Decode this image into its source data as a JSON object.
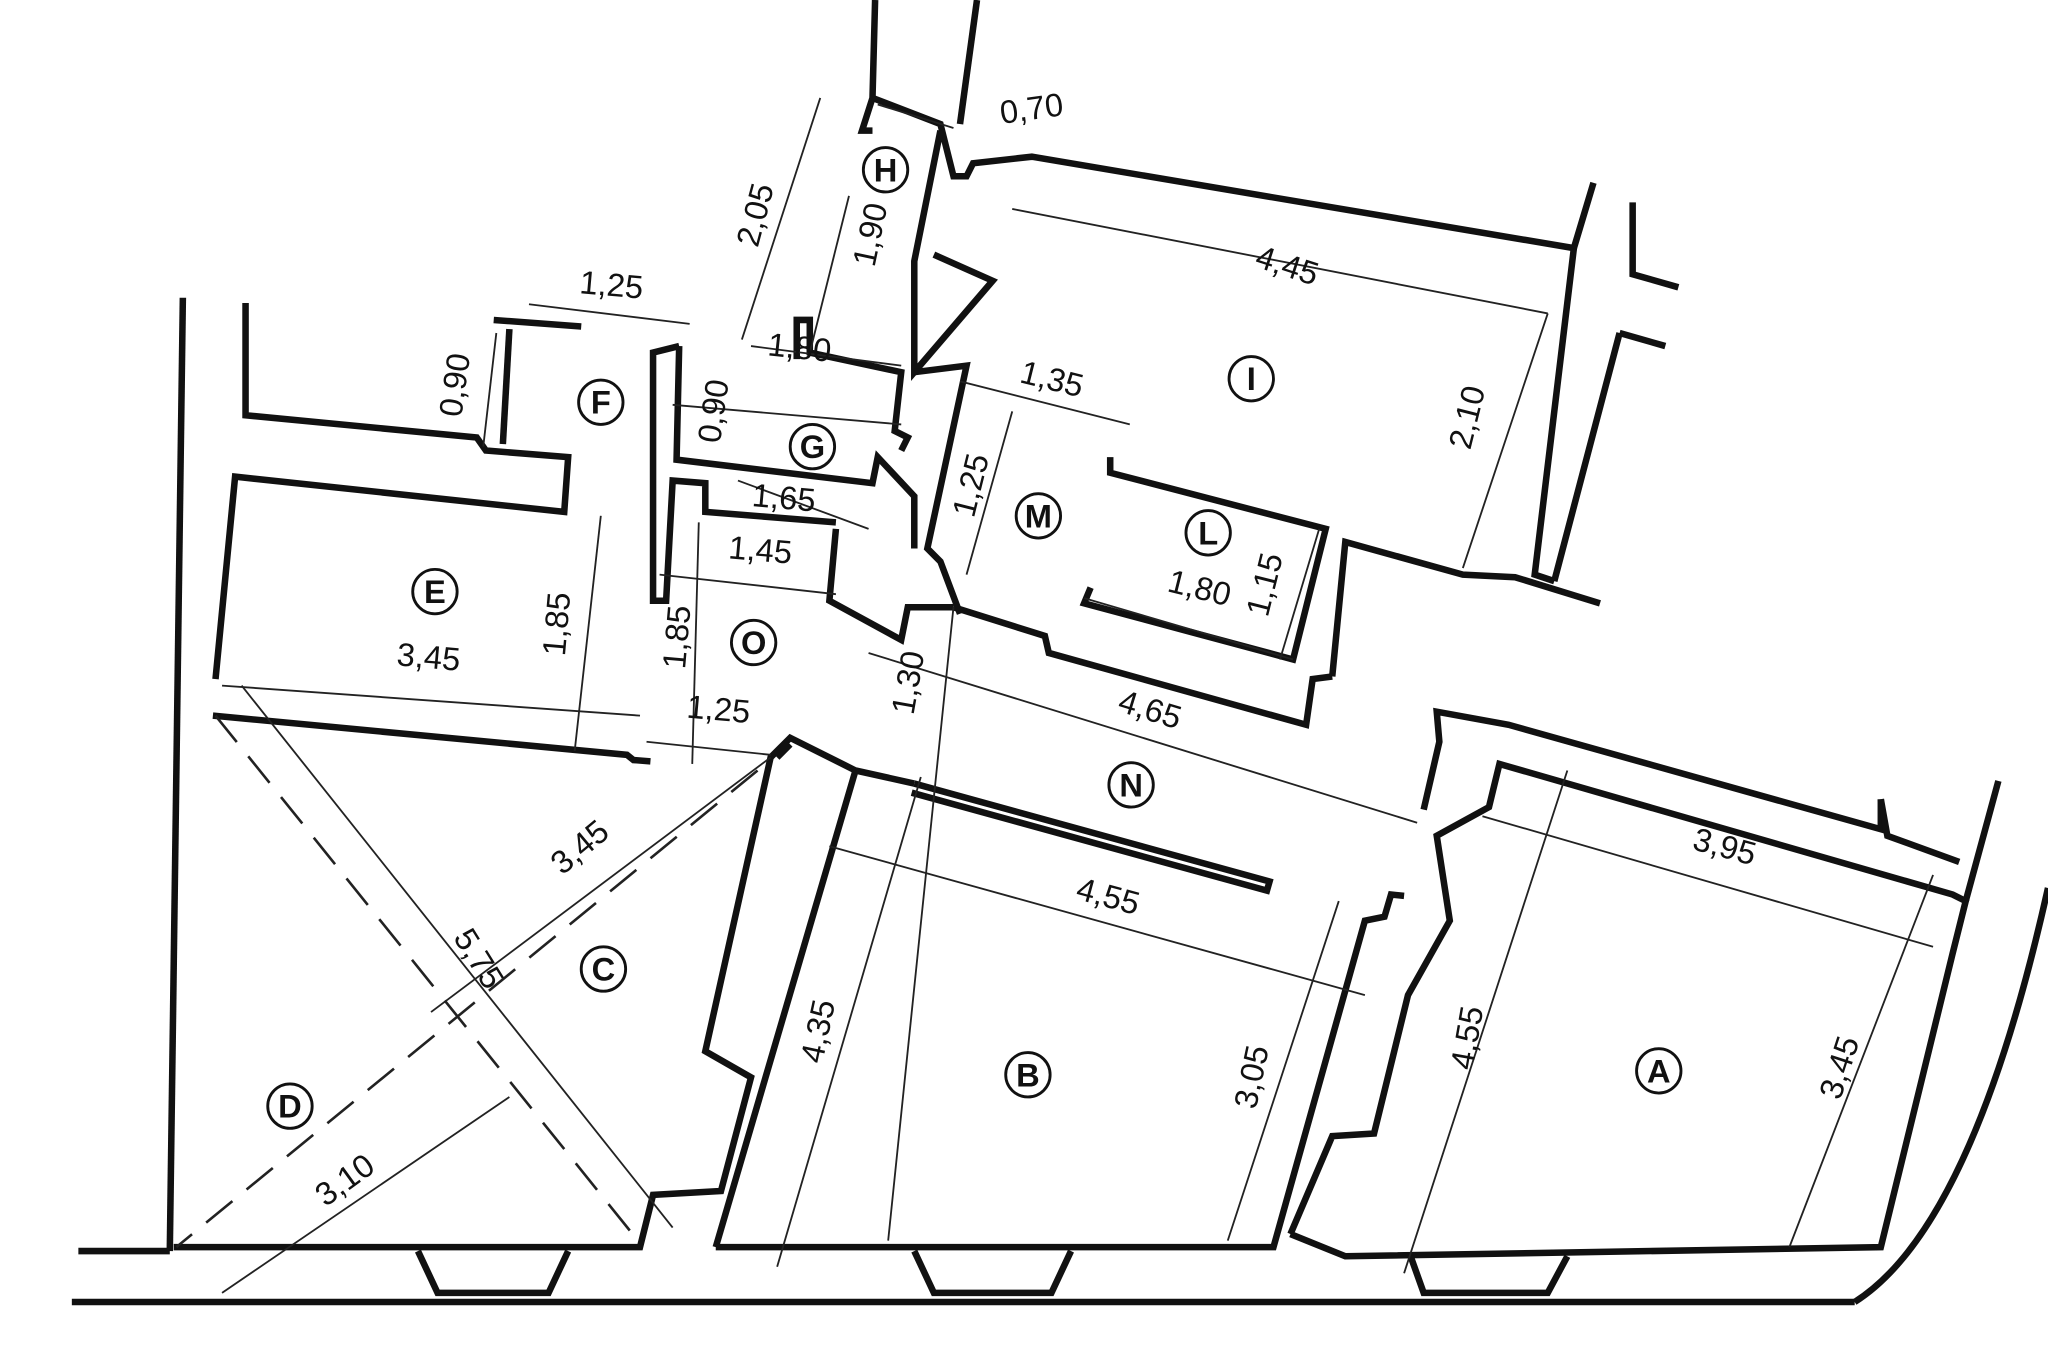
{
  "plan": {
    "rooms": [
      "A",
      "B",
      "C",
      "D",
      "E",
      "F",
      "G",
      "H",
      "I",
      "L",
      "M",
      "N",
      "O"
    ],
    "dimensions": {
      "h_width": "0,70",
      "h_outer": "2,05",
      "h_inner": "1,90",
      "i_length": "4,45",
      "f_width": "1,25",
      "f_depth": "0,90",
      "g_width": "1,80",
      "g_depth": "0,90",
      "m_width": "1,35",
      "i_depth": "2,10",
      "g_bottom": "1,65",
      "m_depth": "1,25",
      "o_top": "1,45",
      "l_width": "1,80",
      "l_depth": "1,15",
      "e_width": "3,45",
      "e_depth": "1,85",
      "o_depth": "1,85",
      "n_depth": "1,30",
      "n_length": "4,65",
      "o_bottom": "1,25",
      "c_diag": "3,45",
      "cd_diag": "5,75",
      "b_width": "4,55",
      "a_width": "3,95",
      "b_left": "4,35",
      "b_right": "3,05",
      "a_left": "4,55",
      "a_right": "3,45",
      "d_diag": "3,10"
    }
  }
}
